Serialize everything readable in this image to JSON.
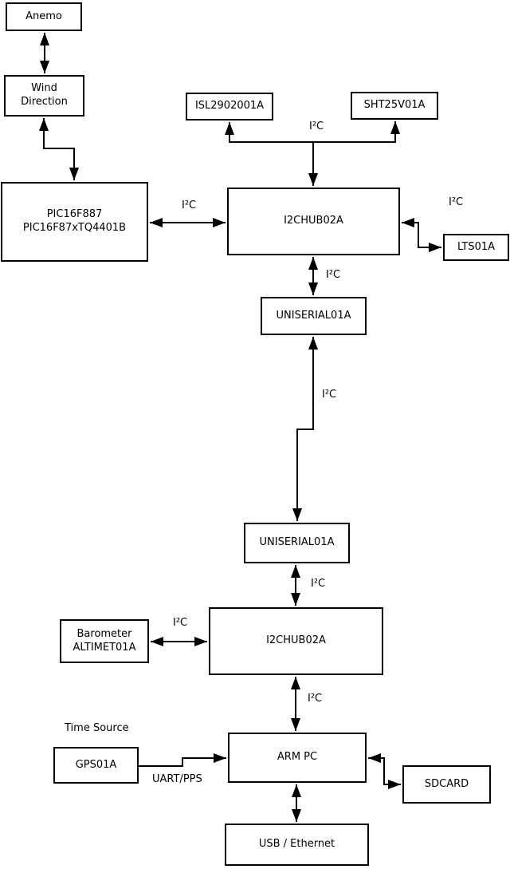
{
  "diagram": {
    "background_color": "#ffffff",
    "line_color": "#000000",
    "nodes": {
      "anemo": {
        "label": "Anemo"
      },
      "wind_direction": {
        "label": "Wind\nDirection"
      },
      "pic": {
        "label": "PIC16F887\nPIC16F87xTQ4401B"
      },
      "isl": {
        "label": "ISL2902001A"
      },
      "sht": {
        "label": "SHT25V01A"
      },
      "hub1": {
        "label": "I2CHUB02A"
      },
      "lts": {
        "label": "LTS01A"
      },
      "uniserial1": {
        "label": "UNISERIAL01A"
      },
      "uniserial2": {
        "label": "UNISERIAL01A"
      },
      "hub2": {
        "label": "I2CHUB02A"
      },
      "barometer": {
        "label": "Barometer\nALTIMET01A"
      },
      "gps": {
        "label": "GPS01A"
      },
      "arm_pc": {
        "label": "ARM PC"
      },
      "sdcard": {
        "label": "SDCARD"
      },
      "usb_ethernet": {
        "label": "USB / Ethernet"
      }
    },
    "edge_labels": {
      "time_source": "Time Source",
      "uart_pps": "UART/PPS",
      "i2c_sensors": "I²C",
      "i2c_pic_hub": "I²C",
      "i2c_hub_lts": "I²C",
      "i2c_hub_uniserial": "I²C",
      "i2c_uniserial_link": "I²C",
      "i2c_uniserial_hub2": "I²C",
      "i2c_barometer_hub2": "I²C",
      "i2c_hub2_armpc": "I²C"
    }
  }
}
